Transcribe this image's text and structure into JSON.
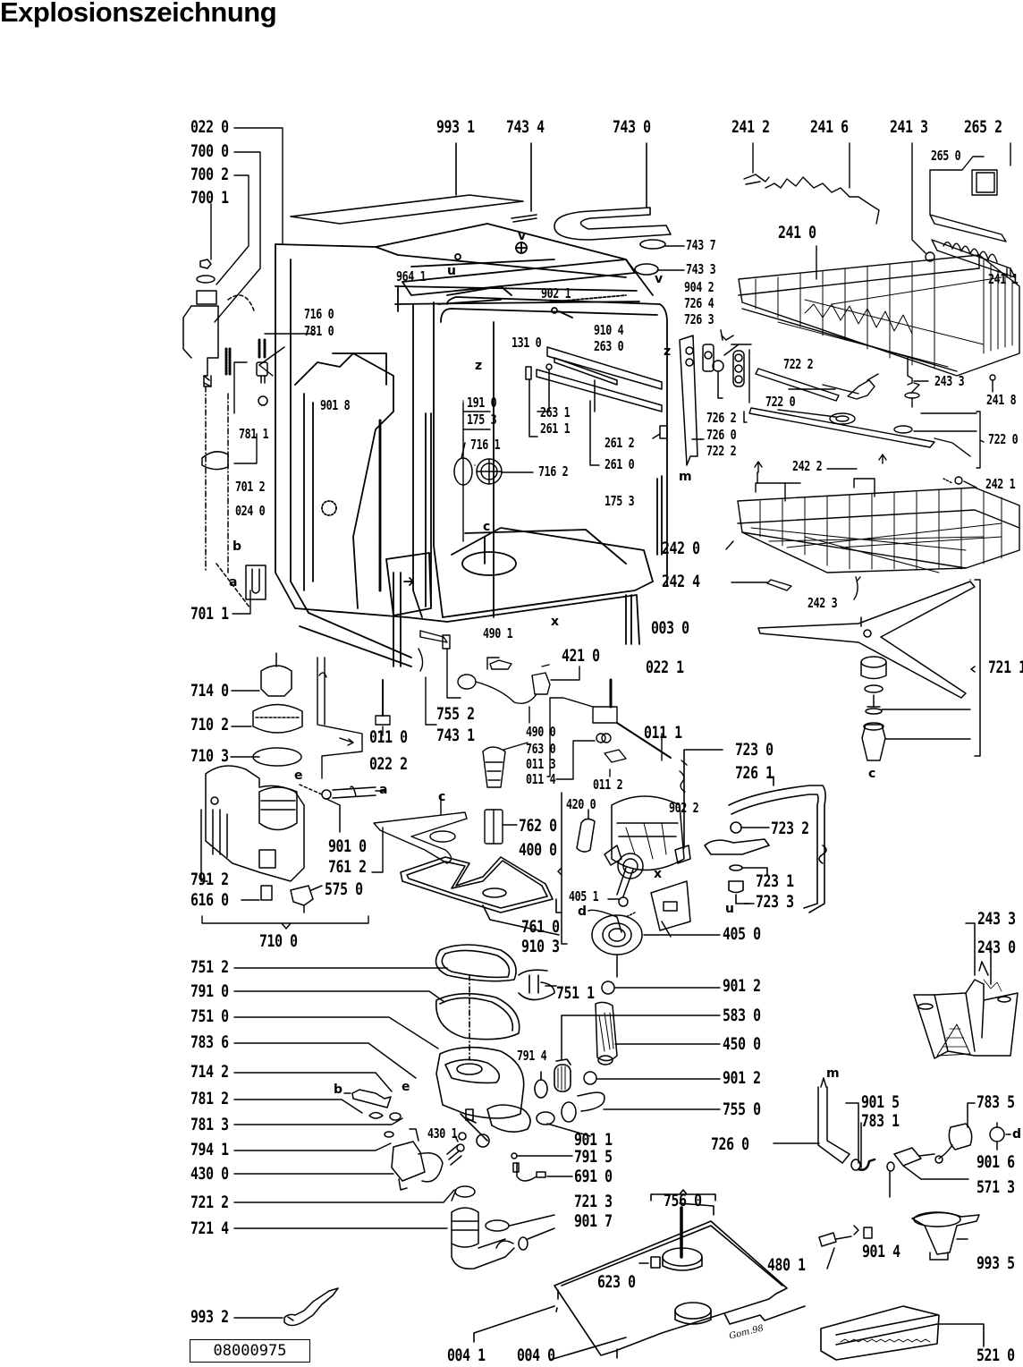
{
  "title": "Explosionszeichnung",
  "document_number": "08000975",
  "signature": "Gom.98",
  "part_labels": {
    "p0220": "022 0",
    "p7000": "700 0",
    "p7002": "700 2",
    "p7001": "700 1",
    "p9931": "993 1",
    "p7434": "743 4",
    "p7430": "743 0",
    "p2412": "241 2",
    "p2416": "241 6",
    "p2413": "241 3",
    "p2652": "265 2",
    "p2650": "265 0",
    "p7437": "743 7",
    "p7433": "743 3",
    "p2410": "241 0",
    "p2411": "241 1",
    "p9641": "964 1",
    "p9021": "902 1",
    "p9042": "904 2",
    "p7264": "726 4",
    "p7263": "726 3",
    "p7160": "716 0",
    "p7810": "781 0",
    "p1310": "131 0",
    "p9104": "910 4",
    "p2630": "263 0",
    "p9018": "901 8",
    "p7811": "781 1",
    "p2631": "263 1",
    "p2611": "261 1",
    "p1910": "191 0",
    "p1753a": "175 3",
    "p7161": "716 1",
    "p7162": "716 2",
    "p2612": "261 2",
    "p2610": "261 0",
    "p7262": "726 2",
    "p7260a": "726 0",
    "p7222a": "722 2",
    "p7222b": "722 2",
    "p7220a": "722 0",
    "p2433a": "243 3",
    "p2418": "241 8",
    "p7220b": "722 0",
    "p2422": "242 2",
    "p2421": "242 1",
    "p1753b": "175 3",
    "p7012": "701 2",
    "p0240": "024 0",
    "p7011": "701 1",
    "p2420": "242 0",
    "p2424": "242 4",
    "p2423": "242 3",
    "p0030": "003 0",
    "p4901": "490 1",
    "p4210": "421 0",
    "p0221": "022 1",
    "p7211": "721 1",
    "p7140": "714 0",
    "p7102": "710 2",
    "p7103": "710 3",
    "p0110": "011 0",
    "p7552": "755 2",
    "p7431": "743 1",
    "p0222": "022 2",
    "p4900": "490 0",
    "p7630": "763 0",
    "p0113": "011 3",
    "p0114": "011 4",
    "p0111": "011 1",
    "p0112": "011 2",
    "p9022": "902 2",
    "p7230": "723 0",
    "p7261": "726 1",
    "p4200": "420 0",
    "p7620": "762 0",
    "p4000": "400 0",
    "p7232": "723 2",
    "p9010": "901 0",
    "p7612": "761 2",
    "p7912": "791 2",
    "p6160": "616 0",
    "p5750": "575 0",
    "p7100": "710 0",
    "p4051": "405 1",
    "p7231": "723 1",
    "p7233": "723 3",
    "p7610": "761 0",
    "p9103": "910 3",
    "p4050": "405 0",
    "p2433b": "243 3",
    "p2430": "243 0",
    "p7512": "751 2",
    "p7910": "791 0",
    "p7510": "751 0",
    "p7511": "751 1",
    "p9012a": "901 2",
    "p5830": "583 0",
    "p4500": "450 0",
    "p7836": "783 6",
    "p7142": "714 2",
    "p7914": "791 4",
    "p9012b": "901 2",
    "p7812": "781 2",
    "p7813": "781 3",
    "p7941": "794 1",
    "p4300": "430 0",
    "p4301": "430 1",
    "p7550": "755 0",
    "p9011": "901 1",
    "p7915": "791 5",
    "p6910": "691 0",
    "p9015": "901 5",
    "p7831": "783 1",
    "p7835": "783 5",
    "p7260b": "726 0",
    "p9016": "901 6",
    "p5713": "571 3",
    "p7212": "721 2",
    "p7213": "721 3",
    "p7214": "721 4",
    "p9017": "901 7",
    "p7560": "756 0",
    "p4801": "480 1",
    "p9014": "901 4",
    "p9935": "993 5",
    "p6230": "623 0",
    "p9932": "993 2",
    "p0041": "004 1",
    "p0040": "004 0",
    "p5210": "521 0"
  },
  "connector_letters": {
    "u1": "u",
    "v1": "v",
    "z1": "z",
    "z2": "z",
    "y1": "v",
    "m1": "m",
    "c1": "c",
    "c2": "c",
    "c3": "c",
    "a1": "a",
    "b1": "b",
    "x1": "x",
    "e1": "e",
    "a2": "a",
    "x2": "x",
    "d1": "d",
    "u2": "u",
    "b2": "b",
    "e2": "e",
    "m2": "m",
    "d2": "d"
  }
}
